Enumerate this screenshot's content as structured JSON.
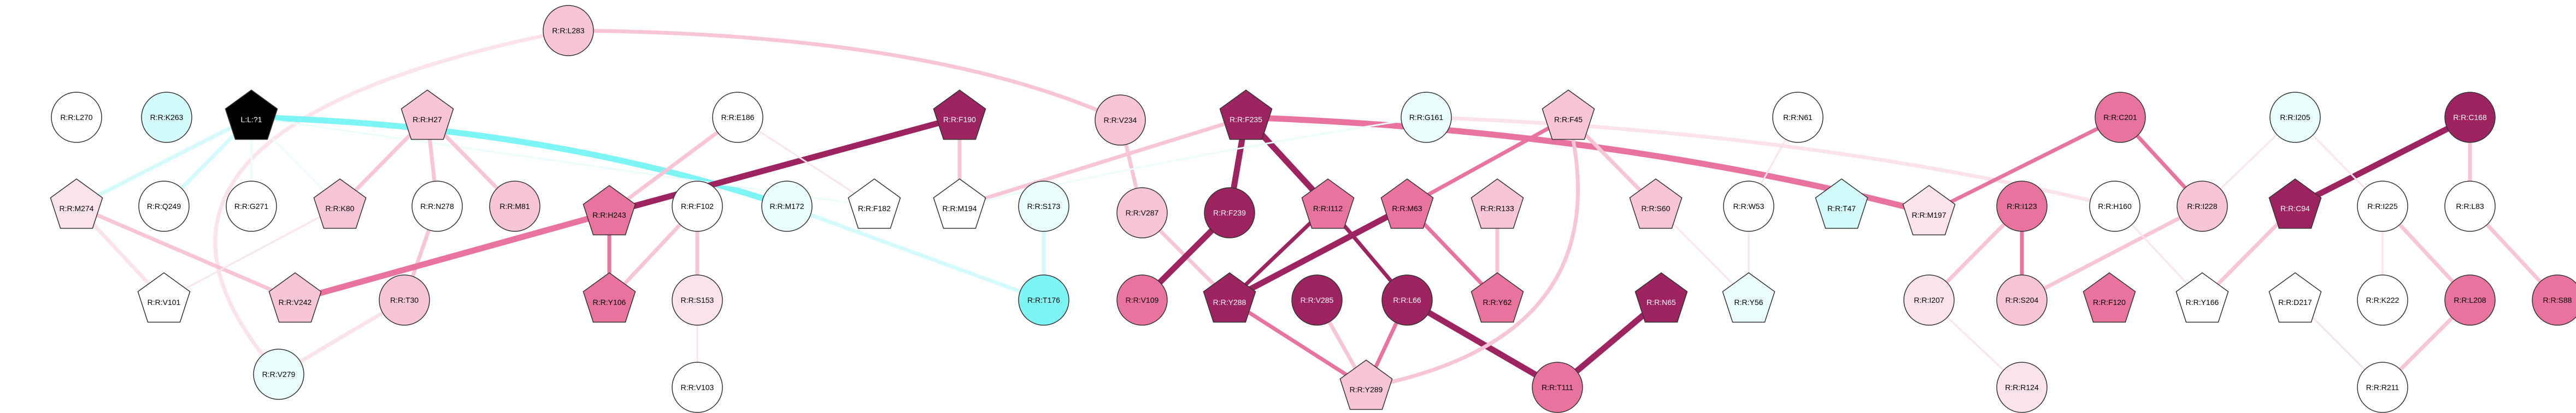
{
  "colors": {
    "dark": "#9e2461",
    "mid": "#e8739e",
    "light": "#f7c5d6",
    "pale": "#fbe3ec",
    "white": "#ffffff",
    "black": "#000000",
    "cyan": "#7ef5f5",
    "cyan_light": "#d4fbfb",
    "cyan_pale": "#eafdfd"
  },
  "nodes": [
    {
      "id": "L283",
      "label": "R:R:L283",
      "shape": "circle",
      "fill": "light"
    },
    {
      "id": "V279",
      "label": "R:R:V279",
      "shape": "circle",
      "fill": "cyan_pale"
    },
    {
      "id": "V234",
      "label": "R:R:V234",
      "shape": "circle",
      "fill": "light"
    },
    {
      "id": "L270",
      "label": "R:R:L270",
      "shape": "circle",
      "fill": "white"
    },
    {
      "id": "K263",
      "label": "R:R:K263",
      "shape": "circle",
      "fill": "cyan_light"
    },
    {
      "id": "L71",
      "label": "L:L:?1",
      "shape": "pentagon",
      "fill": "black"
    },
    {
      "id": "M274",
      "label": "R:R:M274",
      "shape": "pentagon",
      "fill": "pale"
    },
    {
      "id": "Q249",
      "label": "R:R:Q249",
      "shape": "circle",
      "fill": "white"
    },
    {
      "id": "G271",
      "label": "R:R:G271",
      "shape": "circle",
      "fill": "white"
    },
    {
      "id": "V101",
      "label": "R:R:V101",
      "shape": "pentagon",
      "fill": "white"
    },
    {
      "id": "H27",
      "label": "R:R:H27",
      "shape": "pentagon",
      "fill": "light"
    },
    {
      "id": "K80",
      "label": "R:R:K80",
      "shape": "pentagon",
      "fill": "light"
    },
    {
      "id": "N278",
      "label": "R:R:N278",
      "shape": "circle",
      "fill": "white"
    },
    {
      "id": "M81",
      "label": "R:R:M81",
      "shape": "circle",
      "fill": "light"
    },
    {
      "id": "V242",
      "label": "R:R:V242",
      "shape": "pentagon",
      "fill": "light"
    },
    {
      "id": "T30",
      "label": "R:R:T30",
      "shape": "circle",
      "fill": "light"
    },
    {
      "id": "E186",
      "label": "R:R:E186",
      "shape": "circle",
      "fill": "white"
    },
    {
      "id": "H243",
      "label": "R:R:H243",
      "shape": "pentagon",
      "fill": "mid"
    },
    {
      "id": "F102",
      "label": "R:R:F102",
      "shape": "circle",
      "fill": "white"
    },
    {
      "id": "Y106",
      "label": "R:R:Y106",
      "shape": "pentagon",
      "fill": "mid"
    },
    {
      "id": "S153",
      "label": "R:R:S153",
      "shape": "circle",
      "fill": "pale"
    },
    {
      "id": "V103",
      "label": "R:R:V103",
      "shape": "circle",
      "fill": "white"
    },
    {
      "id": "M172",
      "label": "R:R:M172",
      "shape": "circle",
      "fill": "cyan_pale"
    },
    {
      "id": "F182",
      "label": "R:R:F182",
      "shape": "pentagon",
      "fill": "white"
    },
    {
      "id": "F190",
      "label": "R:R:F190",
      "shape": "pentagon",
      "fill": "dark"
    },
    {
      "id": "M194",
      "label": "R:R:M194",
      "shape": "pentagon",
      "fill": "white"
    },
    {
      "id": "S173",
      "label": "R:R:S173",
      "shape": "circle",
      "fill": "cyan_pale"
    },
    {
      "id": "T176",
      "label": "R:R:T176",
      "shape": "circle",
      "fill": "cyan"
    },
    {
      "id": "V287",
      "label": "R:R:V287",
      "shape": "circle",
      "fill": "light"
    },
    {
      "id": "V109",
      "label": "R:R:V109",
      "shape": "circle",
      "fill": "mid"
    },
    {
      "id": "F235",
      "label": "R:R:F235",
      "shape": "pentagon",
      "fill": "dark"
    },
    {
      "id": "F239",
      "label": "R:R:F239",
      "shape": "circle",
      "fill": "dark"
    },
    {
      "id": "I112",
      "label": "R:R:I112",
      "shape": "pentagon",
      "fill": "mid"
    },
    {
      "id": "Y288",
      "label": "R:R:Y288",
      "shape": "pentagon",
      "fill": "dark"
    },
    {
      "id": "V285",
      "label": "R:R:V285",
      "shape": "circle",
      "fill": "dark"
    },
    {
      "id": "L66",
      "label": "R:R:L66",
      "shape": "circle",
      "fill": "dark"
    },
    {
      "id": "M63",
      "label": "R:R:M63",
      "shape": "pentagon",
      "fill": "mid"
    },
    {
      "id": "Y289",
      "label": "R:R:Y289",
      "shape": "pentagon",
      "fill": "light"
    },
    {
      "id": "G161",
      "label": "R:R:G161",
      "shape": "circle",
      "fill": "cyan_pale"
    },
    {
      "id": "F45",
      "label": "R:R:F45",
      "shape": "pentagon",
      "fill": "light"
    },
    {
      "id": "R133",
      "label": "R:R:R133",
      "shape": "pentagon",
      "fill": "light"
    },
    {
      "id": "Y62",
      "label": "R:R:Y62",
      "shape": "pentagon",
      "fill": "mid"
    },
    {
      "id": "S60",
      "label": "R:R:S60",
      "shape": "pentagon",
      "fill": "light"
    },
    {
      "id": "N61",
      "label": "R:R:N61",
      "shape": "circle",
      "fill": "white"
    },
    {
      "id": "W53",
      "label": "R:R:W53",
      "shape": "circle",
      "fill": "white"
    },
    {
      "id": "T47",
      "label": "R:R:T47",
      "shape": "pentagon",
      "fill": "cyan_light"
    },
    {
      "id": "Y56",
      "label": "R:R:Y56",
      "shape": "pentagon",
      "fill": "cyan_pale"
    },
    {
      "id": "N65",
      "label": "R:R:N65",
      "shape": "pentagon",
      "fill": "dark"
    },
    {
      "id": "T111",
      "label": "R:R:T111",
      "shape": "circle",
      "fill": "mid"
    },
    {
      "id": "C201",
      "label": "R:R:C201",
      "shape": "circle",
      "fill": "mid"
    },
    {
      "id": "M197",
      "label": "R:R:M197",
      "shape": "pentagon",
      "fill": "pale"
    },
    {
      "id": "I123",
      "label": "R:R:I123",
      "shape": "circle",
      "fill": "mid"
    },
    {
      "id": "S204",
      "label": "R:R:S204",
      "shape": "circle",
      "fill": "light"
    },
    {
      "id": "I207",
      "label": "R:R:I207",
      "shape": "circle",
      "fill": "pale"
    },
    {
      "id": "F120",
      "label": "R:R:F120",
      "shape": "pentagon",
      "fill": "mid"
    },
    {
      "id": "R124",
      "label": "R:R:R124",
      "shape": "circle",
      "fill": "pale"
    },
    {
      "id": "H160",
      "label": "R:R:H160",
      "shape": "circle",
      "fill": "white"
    },
    {
      "id": "I228",
      "label": "R:R:I228",
      "shape": "circle",
      "fill": "light"
    },
    {
      "id": "Y166",
      "label": "R:R:Y166",
      "shape": "pentagon",
      "fill": "white"
    },
    {
      "id": "I205",
      "label": "R:R:I205",
      "shape": "circle",
      "fill": "cyan_pale"
    },
    {
      "id": "C94",
      "label": "R:R:C94",
      "shape": "pentagon",
      "fill": "dark"
    },
    {
      "id": "I225",
      "label": "R:R:I225",
      "shape": "circle",
      "fill": "white"
    },
    {
      "id": "D217",
      "label": "R:R:D217",
      "shape": "pentagon",
      "fill": "white"
    },
    {
      "id": "K222",
      "label": "R:R:K222",
      "shape": "circle",
      "fill": "white"
    },
    {
      "id": "R211",
      "label": "R:R:R211",
      "shape": "circle",
      "fill": "white"
    },
    {
      "id": "L208",
      "label": "R:R:L208",
      "shape": "circle",
      "fill": "mid"
    },
    {
      "id": "C168",
      "label": "R:R:C168",
      "shape": "circle",
      "fill": "dark"
    },
    {
      "id": "L83",
      "label": "R:R:L83",
      "shape": "circle",
      "fill": "white"
    },
    {
      "id": "S88",
      "label": "R:R:S88",
      "shape": "circle",
      "fill": "mid"
    }
  ],
  "edges": [
    {
      "source": "L283",
      "target": "V234",
      "color": "light",
      "weight": "medium"
    },
    {
      "source": "L283",
      "target": "V279",
      "color": "pale",
      "weight": "medium"
    },
    {
      "source": "L71",
      "target": "M274",
      "color": "cyan_light",
      "weight": "medium"
    },
    {
      "source": "L71",
      "target": "Q249",
      "color": "cyan_light",
      "weight": "medium"
    },
    {
      "source": "L71",
      "target": "G271",
      "color": "cyan_pale",
      "weight": "thin"
    },
    {
      "source": "L71",
      "target": "K80",
      "color": "cyan_pale",
      "weight": "thin"
    },
    {
      "source": "L71",
      "target": "M172",
      "color": "cyan",
      "weight": "thick"
    },
    {
      "source": "L71",
      "target": "F182",
      "color": "cyan_pale",
      "weight": "thin"
    },
    {
      "source": "M274",
      "target": "V101",
      "color": "pale",
      "weight": "medium"
    },
    {
      "source": "M274",
      "target": "V242",
      "color": "light",
      "weight": "medium"
    },
    {
      "source": "K80",
      "target": "H27",
      "color": "light",
      "weight": "medium"
    },
    {
      "source": "K80",
      "target": "V101",
      "color": "pale",
      "weight": "thin"
    },
    {
      "source": "H27",
      "target": "N278",
      "color": "light",
      "weight": "medium"
    },
    {
      "source": "H27",
      "target": "M81",
      "color": "light",
      "weight": "medium"
    },
    {
      "source": "N278",
      "target": "T30",
      "color": "light",
      "weight": "medium"
    },
    {
      "source": "T30",
      "target": "V279",
      "color": "pale",
      "weight": "medium"
    },
    {
      "source": "V242",
      "target": "H243",
      "color": "mid",
      "weight": "thick"
    },
    {
      "source": "H243",
      "target": "F190",
      "color": "dark",
      "weight": "thick"
    },
    {
      "source": "H243",
      "target": "E186",
      "color": "light",
      "weight": "medium"
    },
    {
      "source": "H243",
      "target": "Y106",
      "color": "mid",
      "weight": "medium"
    },
    {
      "source": "F102",
      "target": "Y106",
      "color": "light",
      "weight": "medium"
    },
    {
      "source": "F102",
      "target": "S153",
      "color": "light",
      "weight": "medium"
    },
    {
      "source": "S153",
      "target": "V103",
      "color": "pale",
      "weight": "thin"
    },
    {
      "source": "E186",
      "target": "F182",
      "color": "pale",
      "weight": "thin"
    },
    {
      "source": "M172",
      "target": "T176",
      "color": "cyan_light",
      "weight": "medium"
    },
    {
      "source": "S173",
      "target": "T176",
      "color": "cyan_light",
      "weight": "medium"
    },
    {
      "source": "F190",
      "target": "M194",
      "color": "light",
      "weight": "medium"
    },
    {
      "source": "V234",
      "target": "V287",
      "color": "light",
      "weight": "medium"
    },
    {
      "source": "V287",
      "target": "Y288",
      "color": "light",
      "weight": "medium"
    },
    {
      "source": "M194",
      "target": "F235",
      "color": "light",
      "weight": "medium"
    },
    {
      "source": "F235",
      "target": "F239",
      "color": "dark",
      "weight": "thick"
    },
    {
      "source": "F235",
      "target": "I112",
      "color": "dark",
      "weight": "thick"
    },
    {
      "source": "F235",
      "target": "M197",
      "color": "mid",
      "weight": "thick"
    },
    {
      "source": "F239",
      "target": "V109",
      "color": "dark",
      "weight": "thick"
    },
    {
      "source": "I112",
      "target": "Y288",
      "color": "dark",
      "weight": "medium"
    },
    {
      "source": "I112",
      "target": "L66",
      "color": "dark",
      "weight": "medium"
    },
    {
      "source": "Y288",
      "target": "M63",
      "color": "dark",
      "weight": "thick"
    },
    {
      "source": "Y288",
      "target": "Y289",
      "color": "mid",
      "weight": "medium"
    },
    {
      "source": "V285",
      "target": "Y289",
      "color": "light",
      "weight": "medium"
    },
    {
      "source": "L66",
      "target": "Y289",
      "color": "mid",
      "weight": "medium"
    },
    {
      "source": "L66",
      "target": "T111",
      "color": "dark",
      "weight": "thick"
    },
    {
      "source": "M63",
      "target": "F45",
      "color": "mid",
      "weight": "medium"
    },
    {
      "source": "M63",
      "target": "Y62",
      "color": "mid",
      "weight": "medium"
    },
    {
      "source": "R133",
      "target": "Y62",
      "color": "light",
      "weight": "medium"
    },
    {
      "source": "F45",
      "target": "S60",
      "color": "light",
      "weight": "medium"
    },
    {
      "source": "F45",
      "target": "Y289",
      "color": "light",
      "weight": "medium"
    },
    {
      "source": "G161",
      "target": "H160",
      "color": "pale",
      "weight": "medium"
    },
    {
      "source": "G161",
      "target": "M194",
      "color": "cyan_pale",
      "weight": "thin"
    },
    {
      "source": "N61",
      "target": "W53",
      "color": "pale",
      "weight": "thin"
    },
    {
      "source": "S60",
      "target": "Y56",
      "color": "pale",
      "weight": "thin"
    },
    {
      "source": "W53",
      "target": "Y56",
      "color": "pale",
      "weight": "thin"
    },
    {
      "source": "N65",
      "target": "T111",
      "color": "dark",
      "weight": "thick"
    },
    {
      "source": "C201",
      "target": "M197",
      "color": "mid",
      "weight": "medium"
    },
    {
      "source": "C201",
      "target": "I228",
      "color": "mid",
      "weight": "medium"
    },
    {
      "source": "I123",
      "target": "S204",
      "color": "mid",
      "weight": "medium"
    },
    {
      "source": "I123",
      "target": "I207",
      "color": "light",
      "weight": "medium"
    },
    {
      "source": "I207",
      "target": "R124",
      "color": "pale",
      "weight": "thin"
    },
    {
      "source": "I228",
      "target": "S204",
      "color": "light",
      "weight": "medium"
    },
    {
      "source": "I228",
      "target": "I205",
      "color": "pale",
      "weight": "thin"
    },
    {
      "source": "H160",
      "target": "Y166",
      "color": "pale",
      "weight": "thin"
    },
    {
      "source": "C94",
      "target": "Y166",
      "color": "light",
      "weight": "medium"
    },
    {
      "source": "C94",
      "target": "C168",
      "color": "dark",
      "weight": "thick"
    },
    {
      "source": "I205",
      "target": "I225",
      "color": "pale",
      "weight": "thin"
    },
    {
      "source": "I225",
      "target": "L208",
      "color": "light",
      "weight": "medium"
    },
    {
      "source": "I225",
      "target": "K222",
      "color": "pale",
      "weight": "thin"
    },
    {
      "source": "L208",
      "target": "R211",
      "color": "light",
      "weight": "medium"
    },
    {
      "source": "D217",
      "target": "R211",
      "color": "pale",
      "weight": "thin"
    },
    {
      "source": "C168",
      "target": "L83",
      "color": "light",
      "weight": "medium"
    },
    {
      "source": "L83",
      "target": "S88",
      "color": "light",
      "weight": "medium"
    }
  ]
}
